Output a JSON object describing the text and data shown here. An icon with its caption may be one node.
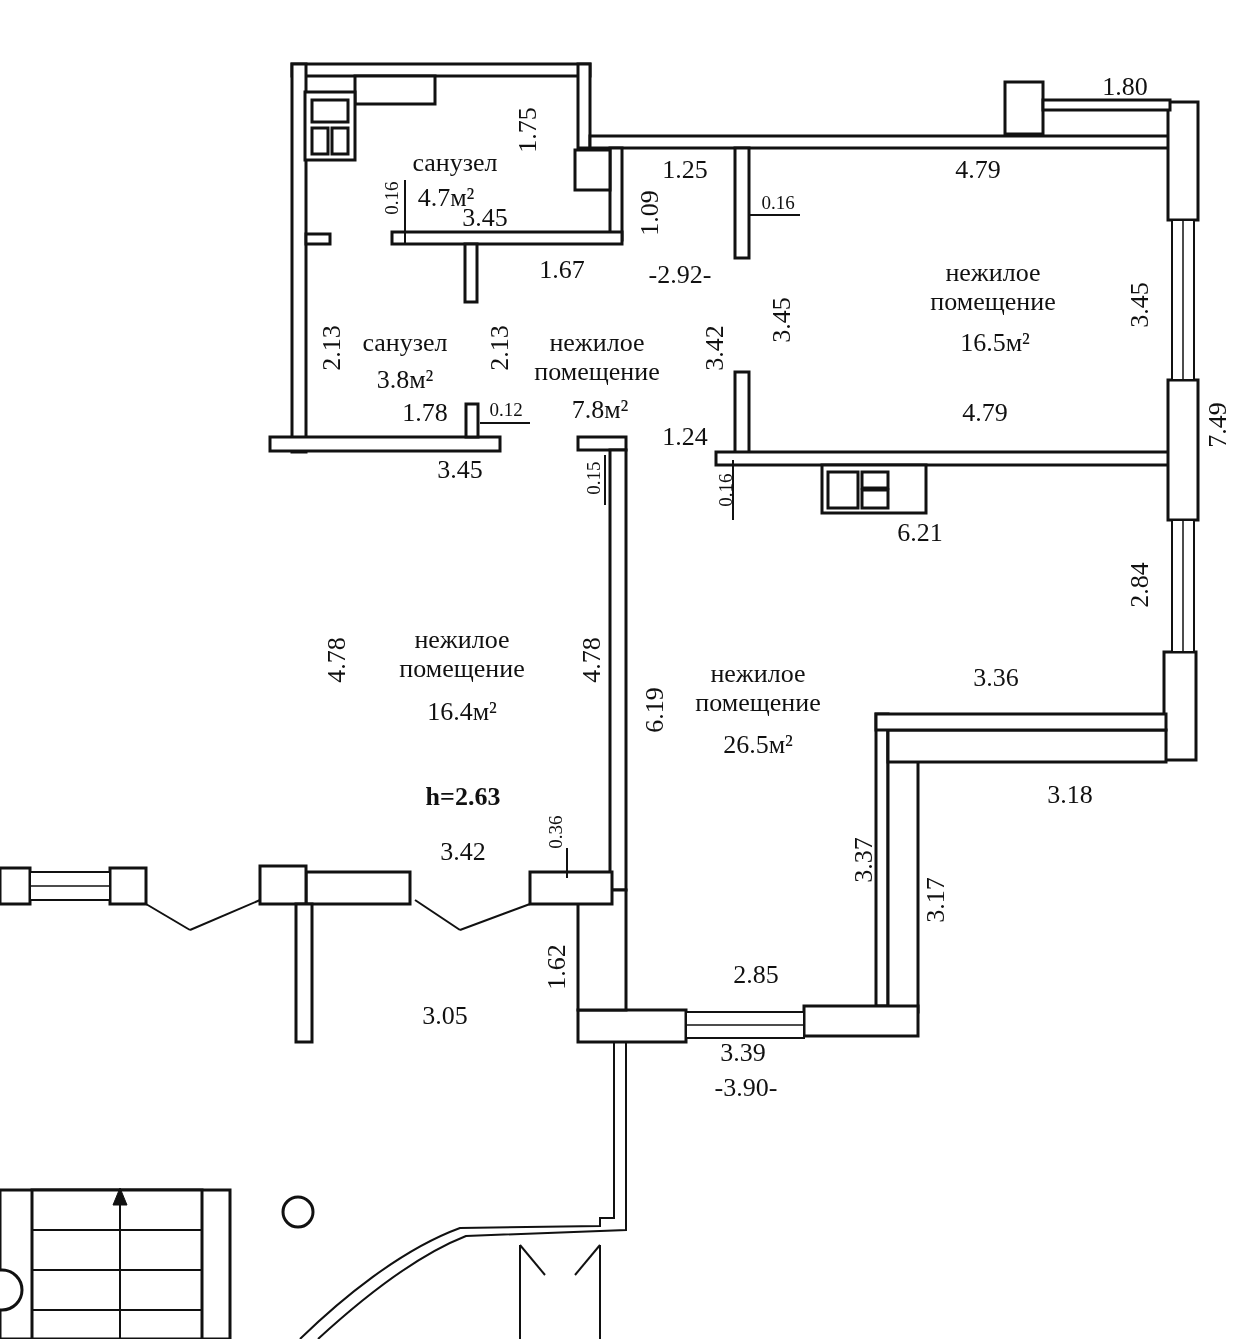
{
  "diagram": {
    "labels": [
      "1.80",
      "1.75",
      "санузел",
      "4.7м²",
      "1.25",
      "4.79",
      "0.16",
      "3.45",
      "1.09",
      "0.16",
      "1.67",
      "-2.92-",
      "нежилое помещение",
      "16.5м²",
      "3.45",
      "2.13",
      "санузел",
      "3.8м²",
      "2.13",
      "нежилое помещение",
      "7.8м²",
      "3.42",
      "3.45",
      "1.78",
      "0.12",
      "4.79",
      "1.24",
      "7.49",
      "3.45",
      "0.15",
      "0.16",
      "6.21",
      "2.84",
      "4.78",
      "нежилое помещение",
      "16.4м²",
      "4.78",
      "нежилое помещение",
      "26.5м²",
      "3.36",
      "6.19",
      "h=2.63",
      "3.18",
      "3.42",
      "0.36",
      "3.37",
      "3.17",
      "1.62",
      "2.85",
      "3.05",
      "3.39",
      "-3.90-"
    ]
  }
}
